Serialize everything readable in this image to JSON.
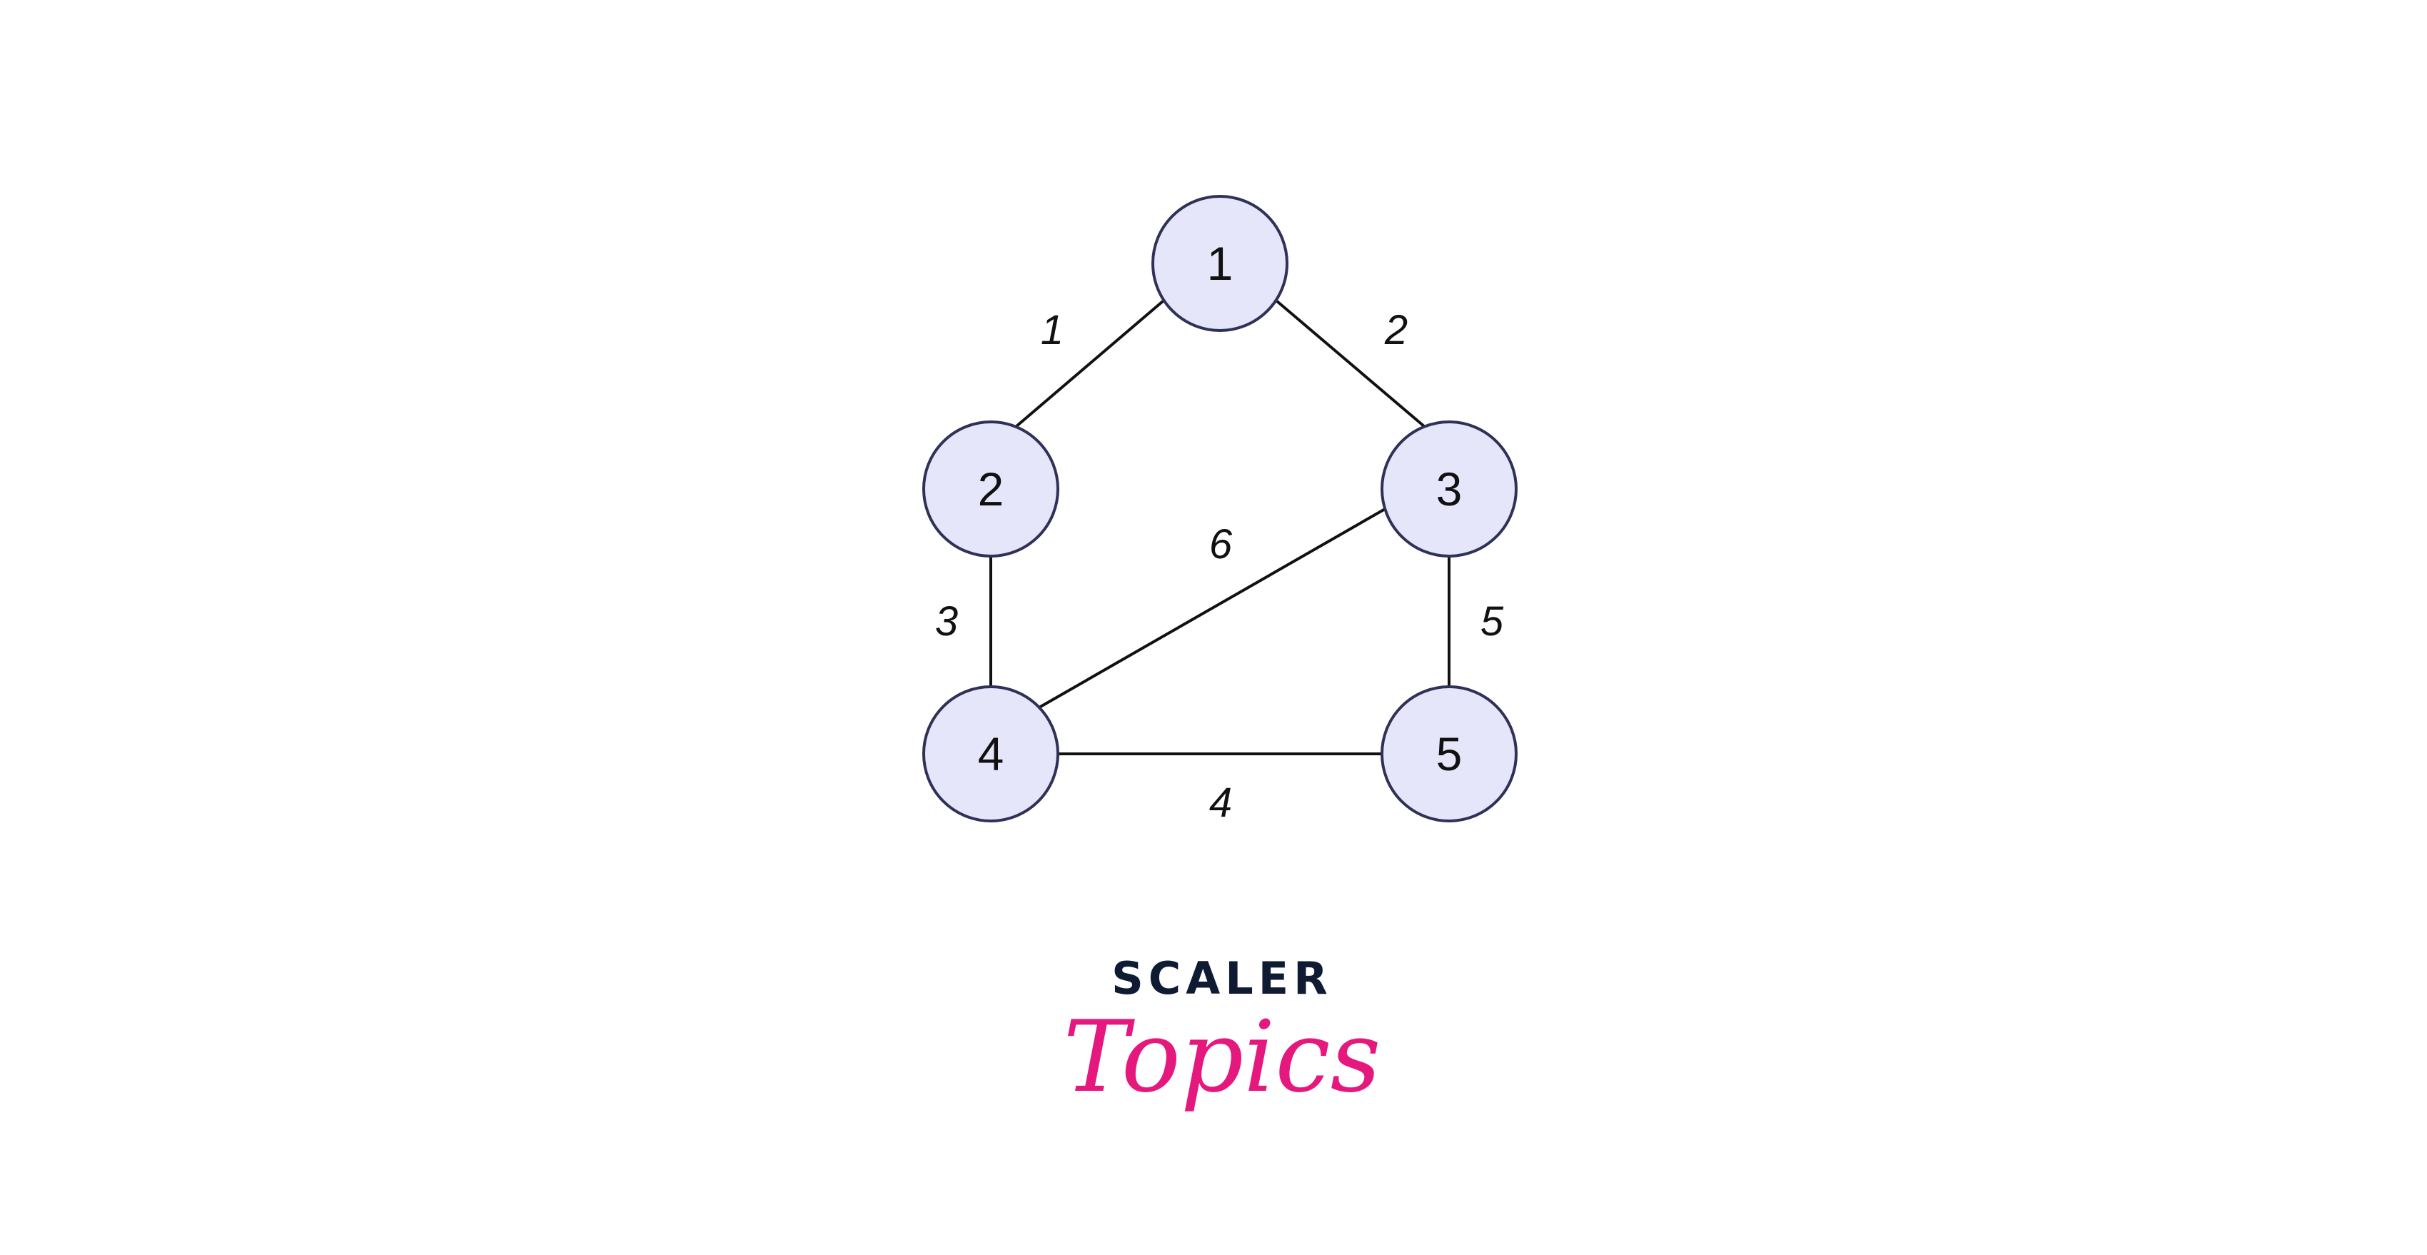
{
  "graph": {
    "nodes": [
      {
        "id": "1",
        "label": "1"
      },
      {
        "id": "2",
        "label": "2"
      },
      {
        "id": "3",
        "label": "3"
      },
      {
        "id": "4",
        "label": "4"
      },
      {
        "id": "5",
        "label": "5"
      }
    ],
    "edges": [
      {
        "from": "1",
        "to": "2",
        "weight": "1"
      },
      {
        "from": "1",
        "to": "3",
        "weight": "2"
      },
      {
        "from": "2",
        "to": "4",
        "weight": "3"
      },
      {
        "from": "3",
        "to": "4",
        "weight": "6"
      },
      {
        "from": "3",
        "to": "5",
        "weight": "5"
      },
      {
        "from": "4",
        "to": "5",
        "weight": "4"
      }
    ]
  },
  "logo": {
    "line1": "SCALER",
    "line2": "Topics",
    "colors": {
      "scaler": "#0f1b33",
      "topics": "#e5197d"
    }
  },
  "colors": {
    "node_fill": "#e6e6fa",
    "node_stroke": "#2f3157",
    "edge": "#111111"
  }
}
